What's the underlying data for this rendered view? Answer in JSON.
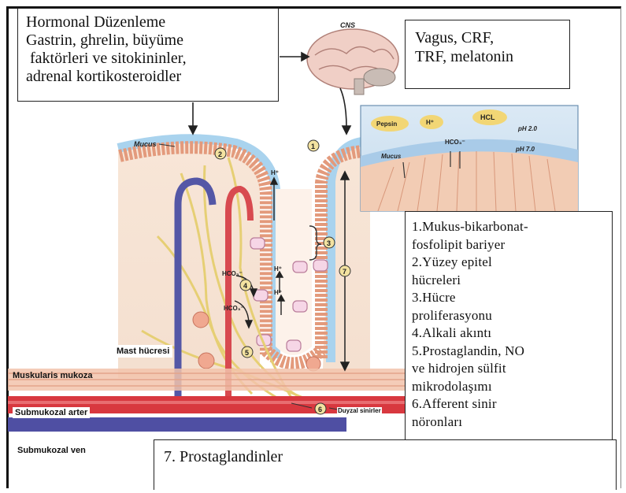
{
  "top_left_box": {
    "lines": [
      "Hormonal Düzenleme",
      "Gastrin, ghrelin, büyüme",
      " faktörleri ve sitokininler,",
      "adrenal kortikosteroidler"
    ]
  },
  "top_right_box": {
    "lines": [
      "Vagus, CRF,",
      "TRF, melatonin"
    ]
  },
  "legend_box": {
    "lines": [
      "1.Mukus-bikarbonat-",
      "fosfolipit bariyer",
      "2.Yüzey epitel",
      "hücreleri",
      "3.Hücre",
      "proliferasyonu",
      "4.Alkali akıntı",
      "5.Prostaglandin, NO",
      "ve hidrojen sülfit",
      "mikrodolaşımı",
      "6.Afferent sinir",
      "nöronları"
    ]
  },
  "bottom_box": {
    "text": "7. Prostaglandinler"
  },
  "diagram": {
    "cns_label": "CNS",
    "mucus_label": "Mucus",
    "inset": {
      "pepsin": "Pepsin",
      "h_plus": "H⁺",
      "hcl": "HCL",
      "ph_low": "pH 2.0",
      "ph_high": "pH 7.0",
      "hco3": "HCO₃⁻",
      "mucus": "Mucus"
    },
    "markers": [
      "1",
      "2",
      "3",
      "4",
      "5",
      "6",
      "7"
    ],
    "h_plus": "H⁺",
    "hco3": "HCO₃⁻",
    "mast_cell": "Mast hücresi",
    "muscularis": "Muskularis mukoza",
    "artery": "Submukozal arter",
    "vein": "Submukozal ven",
    "sensory": "Duyzal sinirler"
  }
}
